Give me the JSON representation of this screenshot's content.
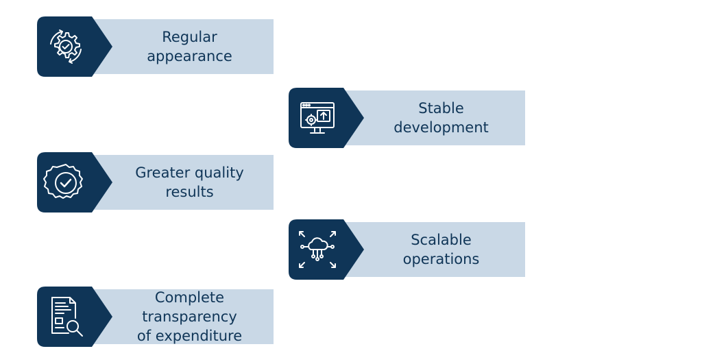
{
  "colors": {
    "badge": "#0f3557",
    "bar": "#c9d8e6",
    "text": "#0f3557",
    "icon": "#ffffff"
  },
  "items": [
    {
      "label": "Regular\nappearance",
      "icon": "gear-check-icon"
    },
    {
      "label": "Stable\ndevelopment",
      "icon": "monitor-upload-gear-icon"
    },
    {
      "label": "Greater quality\nresults",
      "icon": "badge-check-icon"
    },
    {
      "label": "Scalable\noperations",
      "icon": "cloud-network-icon"
    },
    {
      "label": "Complete\ntransparency\nof expenditure",
      "icon": "document-search-icon"
    }
  ]
}
